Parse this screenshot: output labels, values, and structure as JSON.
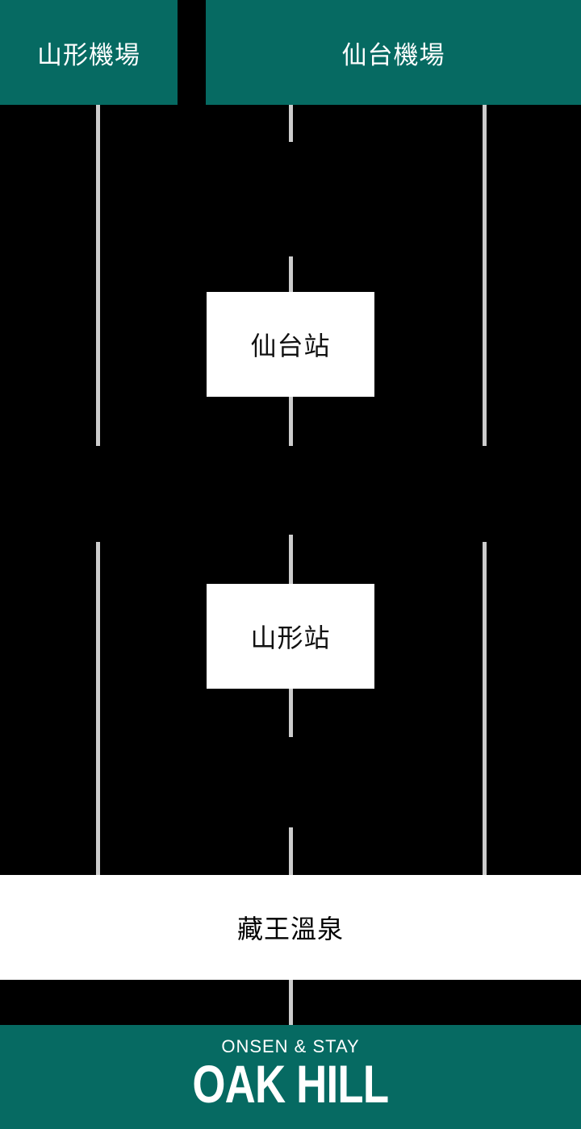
{
  "colors": {
    "accent_teal": "#066A62",
    "route_line_gray": "#CCCCCC",
    "node_background": "#FFFFFF",
    "node_text": "#111111",
    "page_background": "#000000"
  },
  "diagram": {
    "airports": [
      {
        "label": "山形機場"
      },
      {
        "label": "仙台機場"
      }
    ],
    "stations": [
      {
        "label": "仙台站"
      },
      {
        "label": "山形站"
      }
    ],
    "destination": {
      "label": "藏王溫泉"
    }
  },
  "footer": {
    "tagline": "ONSEN & STAY",
    "brand": "OAK HILL"
  }
}
